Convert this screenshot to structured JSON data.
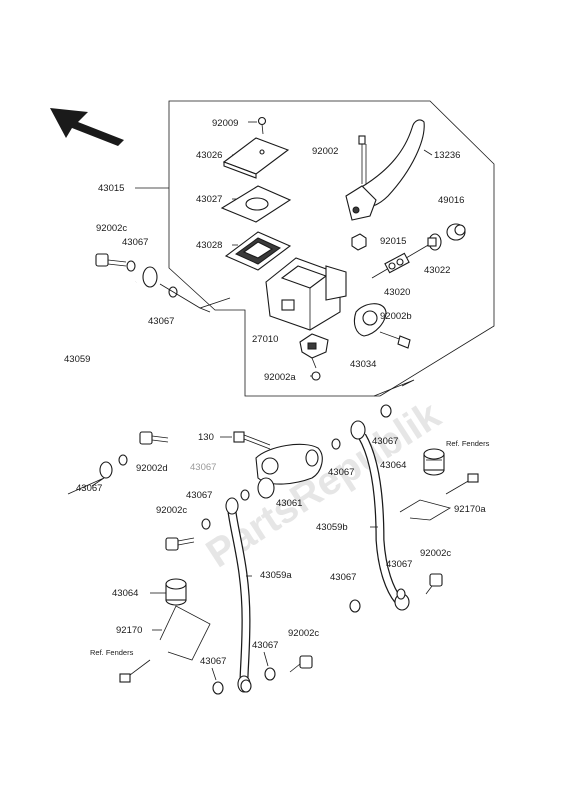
{
  "watermark": "PartsRepublik",
  "labels": {
    "l92009": "92009",
    "l43026": "43026",
    "l43027": "43027",
    "l43028": "43028",
    "l43015": "43015",
    "l92002": "92002",
    "l13236": "13236",
    "l49016": "49016",
    "l92015": "92015",
    "l43022": "43022",
    "l43020": "43020",
    "l92002b": "92002b",
    "l27010": "27010",
    "l43034": "43034",
    "l92002a": "92002a",
    "l92002c_top": "92002c",
    "l43067_a": "43067",
    "l43067_b": "43067",
    "l43059": "43059",
    "l130": "130",
    "l43067_faint": "43067",
    "l92002d": "92002d",
    "l43067_c": "43067",
    "l43061": "43061",
    "l43067_d": "43067",
    "l43067_e": "43067",
    "lref1": "Ref. Fenders",
    "l43064_r": "43064",
    "l92170a": "92170a",
    "l43059b": "43059b",
    "l43067_f": "43067",
    "l92002c_mid": "92002c",
    "l43067_g": "43067",
    "l92002c_r": "92002c",
    "l43059a": "43059a",
    "l43067_h": "43067",
    "l43064_l": "43064",
    "l92170": "92170",
    "lref2": "Ref. Fenders",
    "l43067_i": "43067",
    "l43067_j": "43067",
    "l92002c_bot": "92002c"
  },
  "icons": {
    "direction": "arrow-icon"
  }
}
